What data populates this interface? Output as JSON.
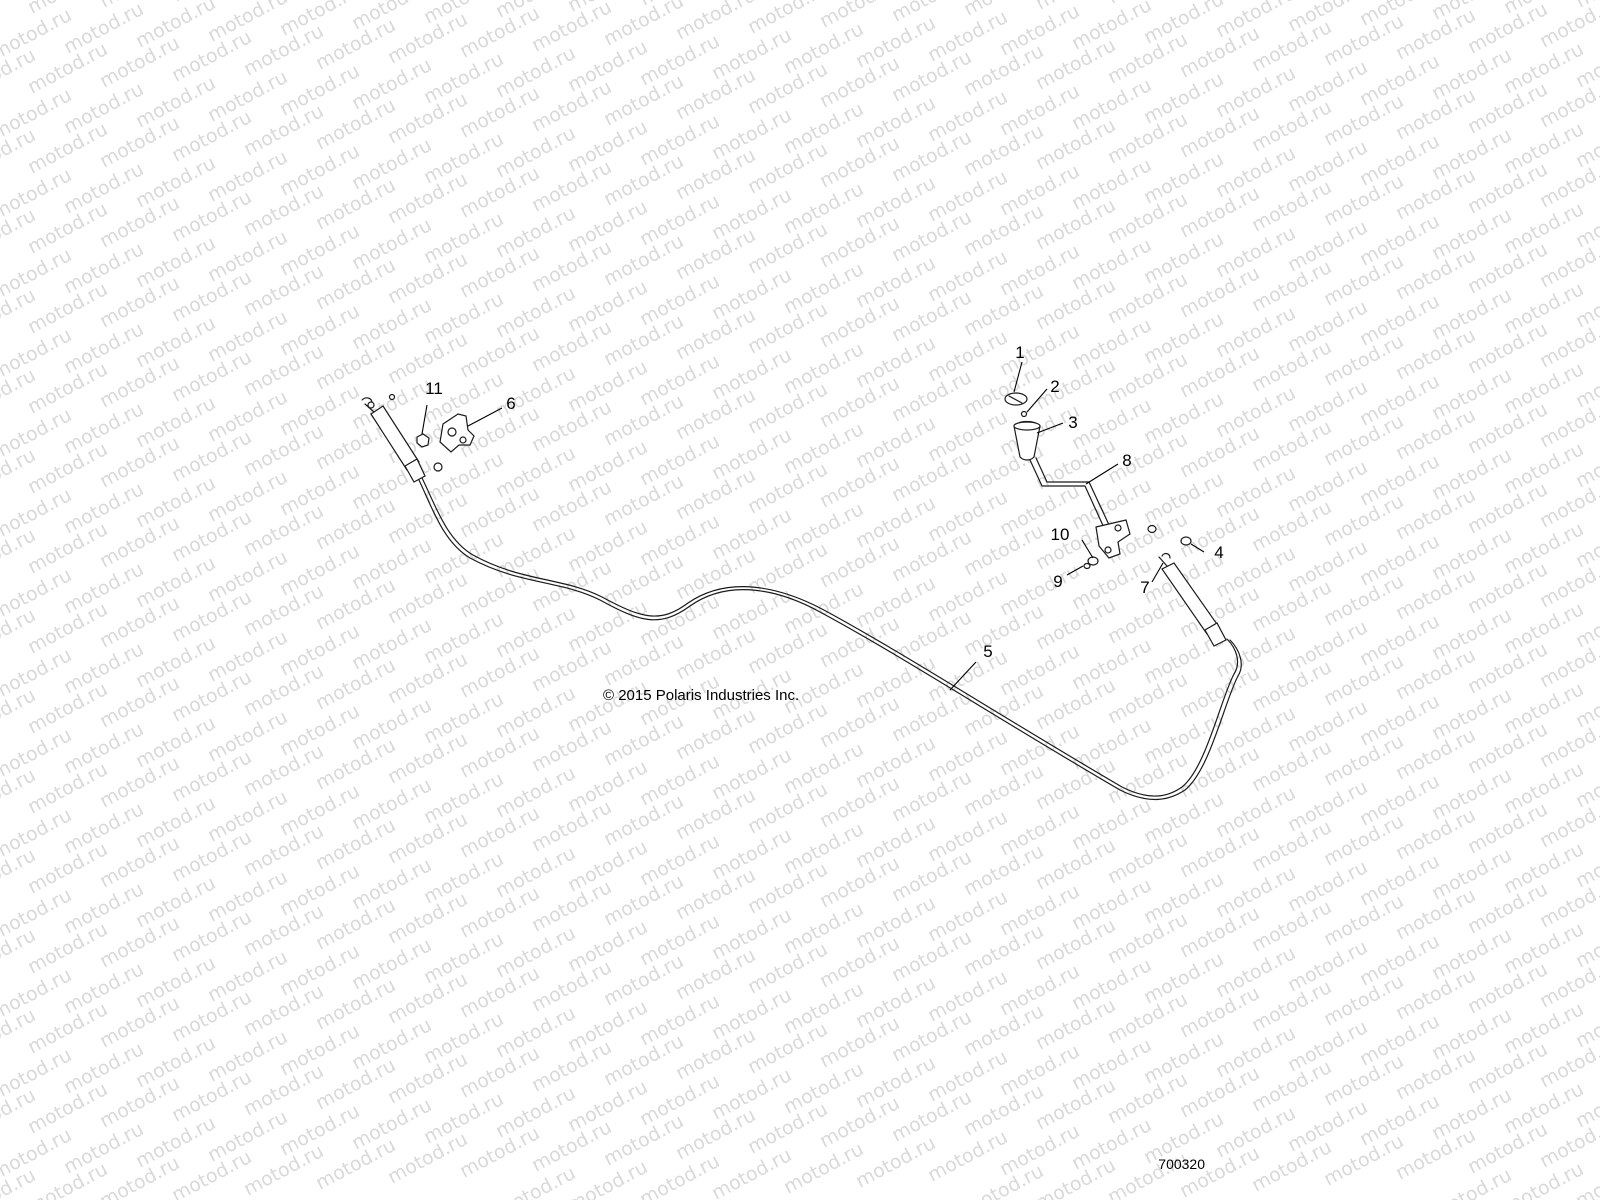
{
  "watermark": {
    "text": "motod.ru",
    "color": "#d9d9d9"
  },
  "copyright": "© 2015 Polaris Industries Inc.",
  "figure_number": "700320",
  "callouts": [
    {
      "id": "c1",
      "label": "1"
    },
    {
      "id": "c2",
      "label": "2"
    },
    {
      "id": "c3",
      "label": "3"
    },
    {
      "id": "c4",
      "label": "4"
    },
    {
      "id": "c5",
      "label": "5"
    },
    {
      "id": "c6",
      "label": "6"
    },
    {
      "id": "c7",
      "label": "7"
    },
    {
      "id": "c8",
      "label": "8"
    },
    {
      "id": "c9",
      "label": "9"
    },
    {
      "id": "c10",
      "label": "10"
    },
    {
      "id": "c11",
      "label": "11"
    }
  ]
}
